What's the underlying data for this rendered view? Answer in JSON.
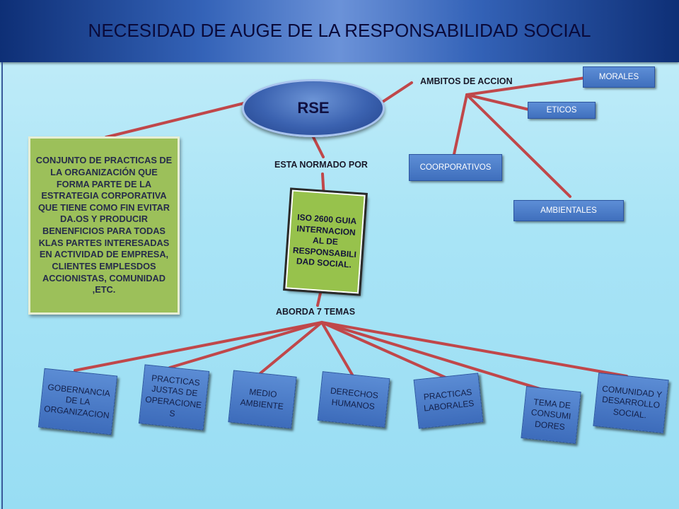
{
  "title": "NECESIDAD DE AUGE DE LA RESPONSABILIDAD SOCIAL",
  "center_node": "RSE",
  "labels": {
    "ambitos": "AMBITOS DE ACCION",
    "normado": "ESTA NORMADO POR",
    "aborda": "ABORDA 7 TEMAS"
  },
  "definition": "CONJUNTO DE PRACTICAS DE LA ORGANIZACIÓN QUE FORMA PARTE DE LA ESTRATEGIA CORPORATIVA QUE TIENE COMO FIN EVITAR DA.OS Y PRODUCIR BENENFICIOS PARA TODAS KLAS PARTES INTERESADAS EN ACTIVIDAD DE EMPRESA, CLIENTES EMPLESDOS ACCIONISTAS, COMUNIDAD ,ETC.",
  "norm": "ISO 2600 GUIA INTERNACION AL DE RESPONSABILI DAD SOCIAL.",
  "ambitos": [
    "MORALES",
    "ETICOS",
    "COORPORATIVOS",
    "AMBIENTALES"
  ],
  "temas": [
    "GOBERNANCIA DE LA ORGANIZACION",
    "PRACTICAS JUSTAS DE OPERACIONE S",
    "MEDIO AMBIENTE",
    "DERECHOS HUMANOS",
    "PRACTICAS LABORALES",
    "TEMA DE CONSUMI DORES",
    "COMUNIDAD Y DESARROLLO SOCIAL."
  ],
  "colors": {
    "connector": "#c0474a",
    "node_blue": "#4a7cc7",
    "box_green": "#9cc05a",
    "header_dark": "#0e2f76"
  }
}
